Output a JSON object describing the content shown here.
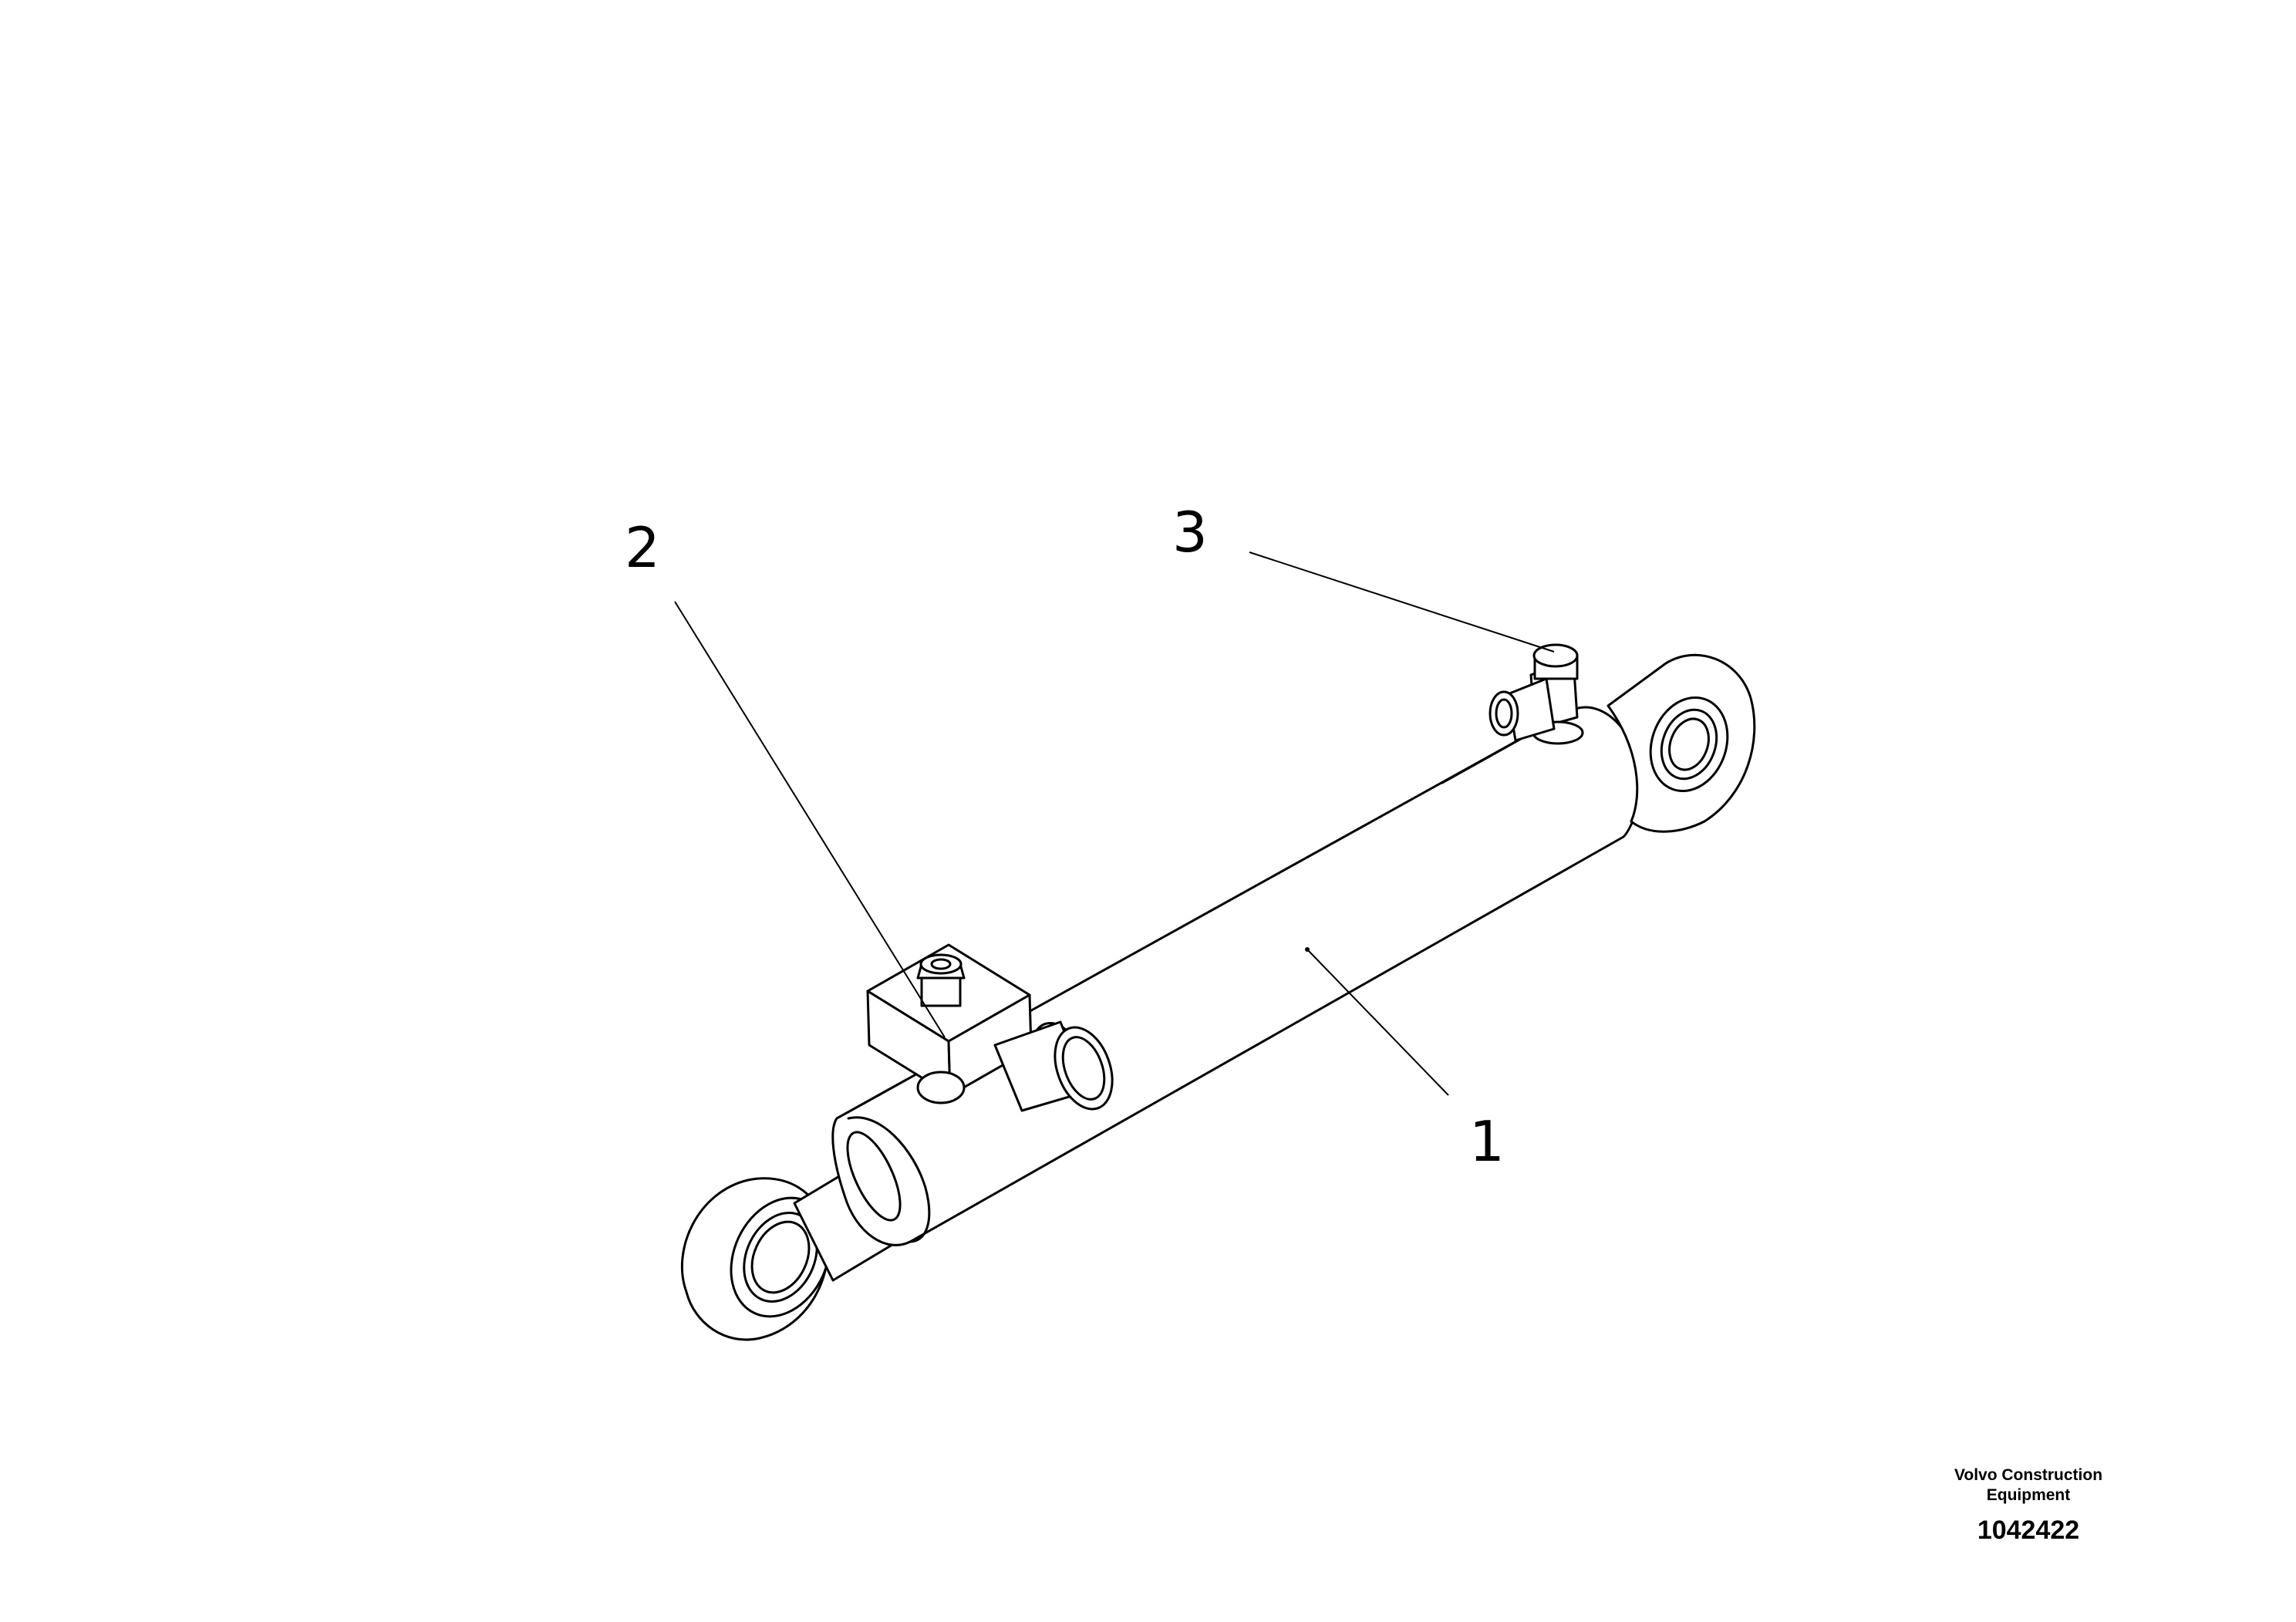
{
  "callouts": [
    {
      "id": "callout-1",
      "label": "1"
    },
    {
      "id": "callout-2",
      "label": "2"
    },
    {
      "id": "callout-3",
      "label": "3"
    }
  ],
  "caption": {
    "company_line1": "Volvo Construction",
    "company_line2": "Equipment",
    "drawing_number": "1042422"
  }
}
